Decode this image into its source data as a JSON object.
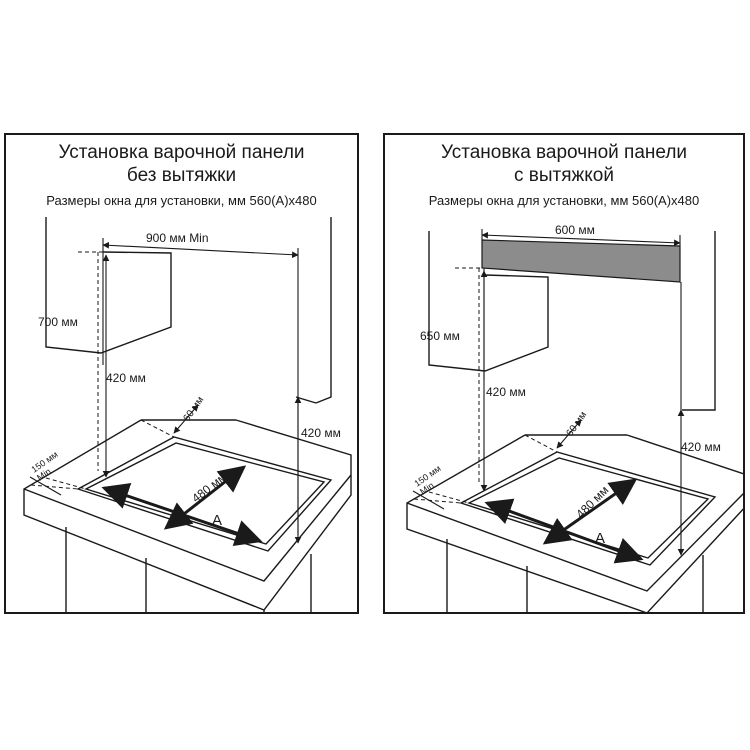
{
  "left": {
    "title": "Установка варочной панели",
    "subtitle": "без вытяжки",
    "window_size": "Размеры окна для установки, мм  560(А)х480",
    "dimensions": {
      "width_min": "900 мм Min",
      "cabinet_height": "700 мм",
      "left_height": "420 мм",
      "right_height": "420 мм",
      "back_gap": "60 мм",
      "front_gap": "150 мм\nMin",
      "cutout_depth": "480 мм",
      "cutout_width": "А"
    }
  },
  "right": {
    "title": "Установка варочной панели",
    "subtitle": "с вытяжкой",
    "window_size": "Размеры окна для установки, мм  560(А)х480",
    "dimensions": {
      "hood_width": "600 мм",
      "cabinet_height": "650 мм",
      "left_height": "420 мм",
      "right_height": "420 мм",
      "back_gap": "60 мм",
      "front_gap": "150 мм\nMin",
      "cutout_depth": "480 мм",
      "cutout_width": "А"
    }
  },
  "colors": {
    "line": "#1a1a1a",
    "hood": "#8c8c8c"
  }
}
